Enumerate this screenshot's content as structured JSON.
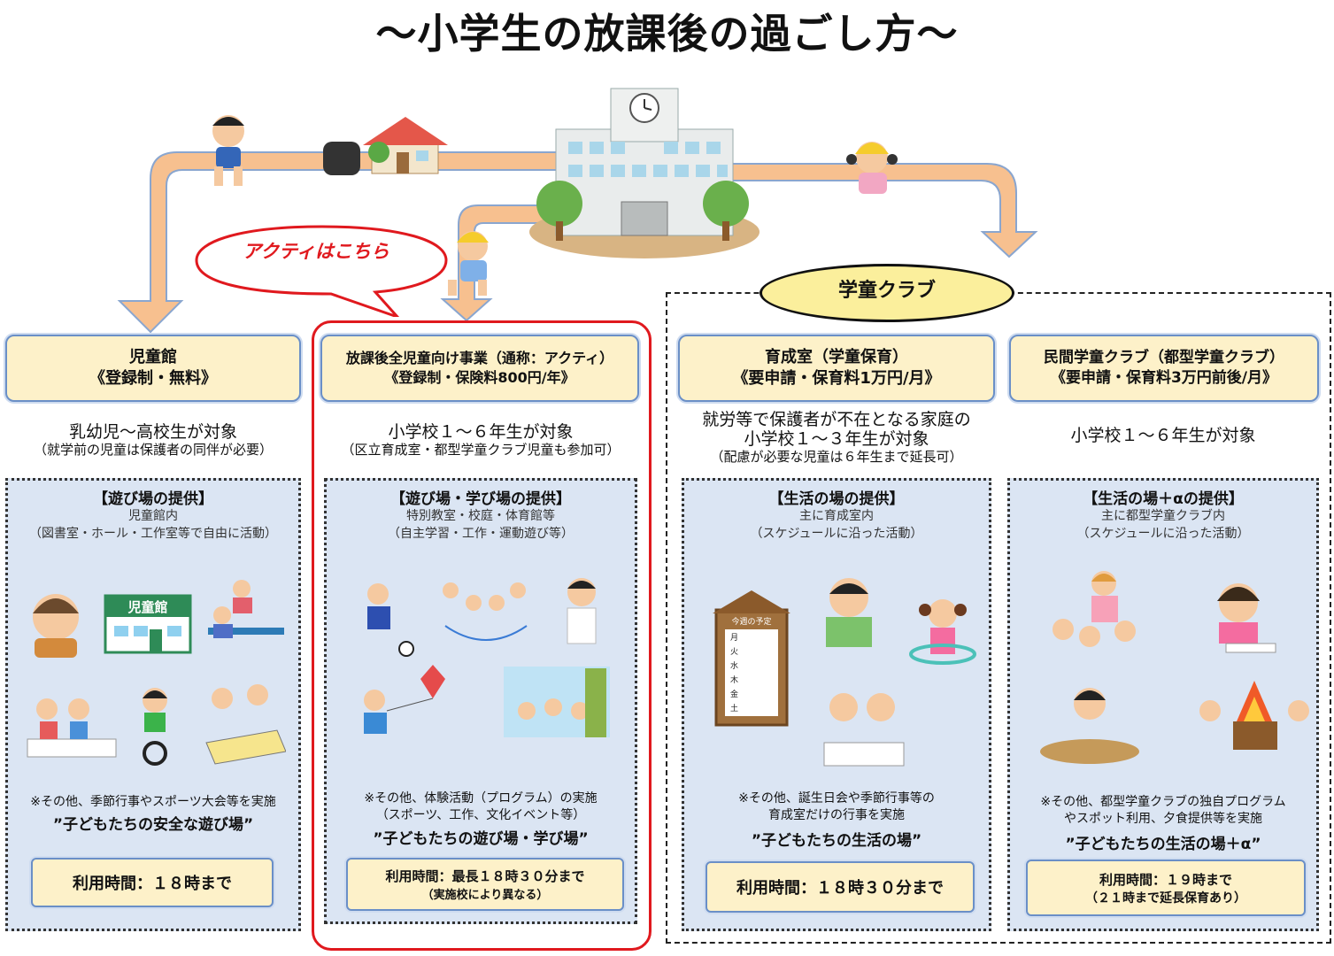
{
  "title": "～小学生の放課後の過ごし方～",
  "callout": "アクティはこちら",
  "gakudo_group": "学童クラブ",
  "categories": [
    {
      "name": "児童館",
      "sub": "《登録制・無料》",
      "target_main": "乳幼児～高校生が対象",
      "target_sub": "（就学前の児童は保護者の同伴が必要）",
      "panel_head": "【遊び場の提供】",
      "panel_lines": [
        "児童館内",
        "（図書室・ホール・工作室等で自由に活動）"
      ],
      "note_lines": [
        "※その他、季節行事やスポーツ大会等を実施"
      ],
      "slogan": "”子どもたちの安全な遊び場”",
      "hours_main": "利用時間：１８時まで",
      "hours_sub": ""
    },
    {
      "name": "放課後全児童向け事業（通称：アクティ）",
      "sub": "《登録制・保険料800円/年》",
      "target_main": "小学校１～６年生が対象",
      "target_sub": "（区立育成室・都型学童クラブ児童も参加可）",
      "panel_head": "【遊び場・学び場の提供】",
      "panel_lines": [
        "特別教室・校庭・体育館等",
        "（自主学習・工作・運動遊び等）"
      ],
      "note_lines": [
        "※その他、体験活動（プログラム）の実施",
        "（スポーツ、工作、文化イベント等）"
      ],
      "slogan": "”子どもたちの遊び場・学び場”",
      "hours_main": "利用時間：最長１８時３０分まで",
      "hours_sub": "（実施校により異なる）"
    },
    {
      "name": "育成室（学童保育）",
      "sub": "《要申請・保育料1万円/月》",
      "target_main": "就労等で保護者が不在となる家庭の",
      "target_main2": "小学校１～３年生が対象",
      "target_sub": "（配慮が必要な児童は６年生まで延長可）",
      "panel_head": "【生活の場の提供】",
      "panel_lines": [
        "主に育成室内",
        "（スケジュールに沿った活動）"
      ],
      "note_lines": [
        "※その他、誕生日会や季節行事等の",
        "育成室だけの行事を実施"
      ],
      "slogan": "”子どもたちの生活の場”",
      "hours_main": "利用時間：１８時３０分まで",
      "hours_sub": ""
    },
    {
      "name": "民間学童クラブ（都型学童クラブ）",
      "sub": "《要申請・保育料3万円前後/月》",
      "target_main": "小学校１～６年生が対象",
      "target_sub": "",
      "panel_head": "【生活の場＋αの提供】",
      "panel_lines": [
        "主に都型学童クラブ内",
        "（スケジュールに沿った活動）"
      ],
      "note_lines": [
        "※その他、都型学童クラブの独自プログラム",
        "やスポット利用、夕食提供等を実施"
      ],
      "slogan": "”子どもたちの生活の場＋α”",
      "hours_main": "利用時間：１９時まで",
      "hours_sub": "（２１時まで延長保育あり）"
    }
  ],
  "icons": {
    "jidokan_building_sign": "児童館",
    "schedule_board_title": "今週の予定",
    "weekdays": [
      "月",
      "火",
      "水",
      "木",
      "金",
      "土"
    ]
  },
  "colors": {
    "arrow_fill": "#f7c08f",
    "arrow_stroke": "#8aa6cf",
    "card_fill": "#fdf1c9",
    "card_border": "#6a8fc7",
    "panel_fill": "#dbe5f3",
    "acty_red": "#e0191e",
    "oval_fill": "#fbef9c"
  }
}
